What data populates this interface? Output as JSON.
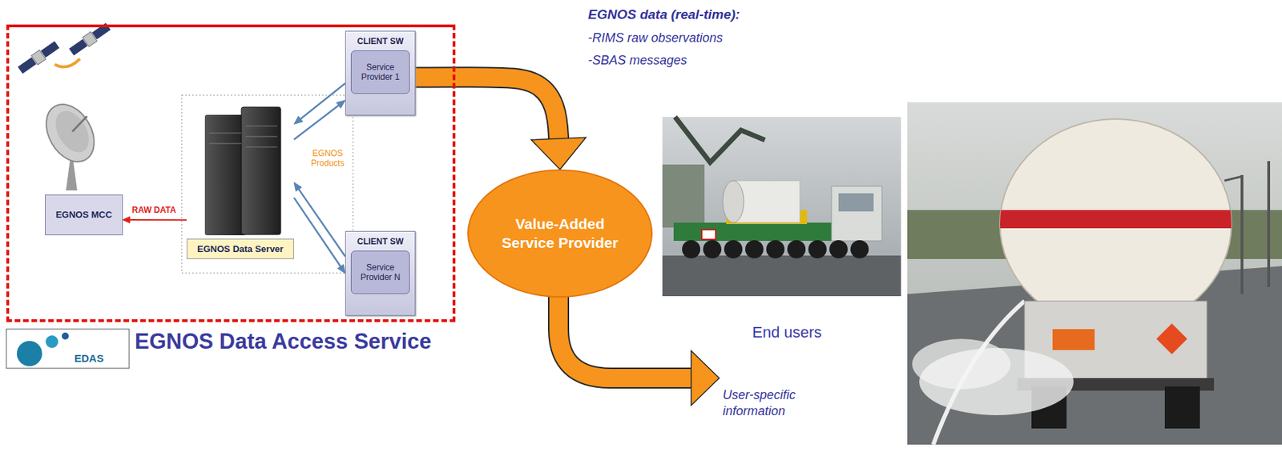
{
  "diagram": {
    "nodes": [
      {
        "text": [
          "EGNOS Data Access Service"
        ]
      },
      {
        "text": [
          "EGNOS MCC"
        ],
        "in": 0
      },
      {
        "text": [
          "EGNOS Data Server"
        ],
        "in": 0
      },
      {
        "text": [
          "CLIENT SW"
        ],
        "in": 0
      },
      {
        "text": [
          "Service Provider 1"
        ],
        "in": 3
      },
      {
        "text": [
          "CLIENT SW"
        ],
        "in": 0
      },
      {
        "text": [
          "Service Provider N"
        ],
        "in": 5
      },
      {
        "text": [
          "Value-Added Service Provider"
        ]
      }
    ],
    "edges": [
      {
        "from": 2,
        "to": 1,
        "label": "RAW DATA",
        "arrow": "to"
      },
      {
        "from": 3,
        "to": 2,
        "arrow": "to"
      },
      {
        "from": 2,
        "to": 3,
        "arrow": "to"
      },
      {
        "from": 5,
        "to": 2,
        "arrow": "to"
      },
      {
        "from": 2,
        "to": 5,
        "arrow": "to"
      },
      {
        "from": 3,
        "to": 7,
        "arrow": "to"
      }
    ],
    "labels": [
      "EDAS",
      "EGNOS Products",
      "EGNOS data (real-time):",
      "-RIMS raw observations",
      "-SBAS messages",
      "End users",
      "User-specific information"
    ]
  }
}
